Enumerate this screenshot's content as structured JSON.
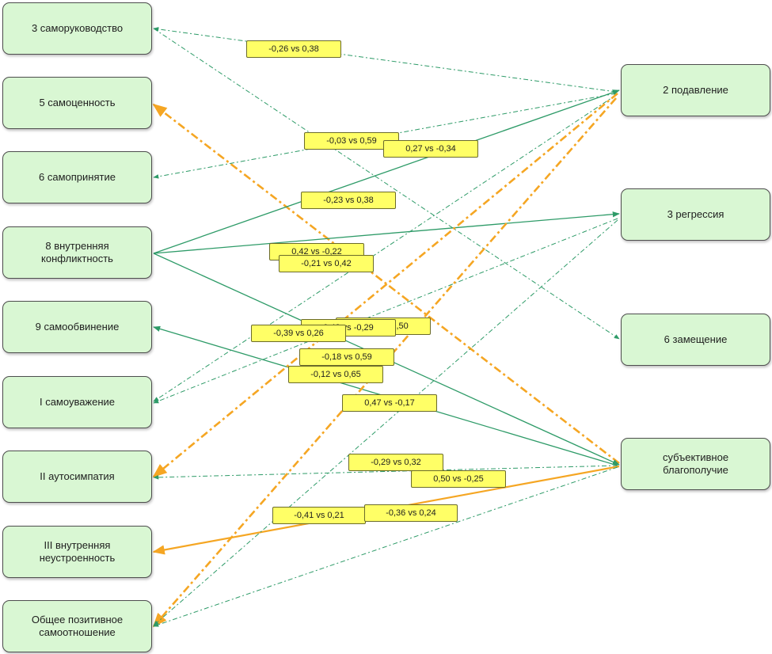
{
  "colors": {
    "node_fill": "#d9f7d3",
    "node_border": "#4e4e4e",
    "label_fill": "#ffff66",
    "green_line": "#2e9b68",
    "orange_line": "#f5a623"
  },
  "nodes": [
    {
      "id": "L1",
      "label": "3 саморуководство"
    },
    {
      "id": "L2",
      "label": "5 самоценность"
    },
    {
      "id": "L3",
      "label": "6 самопринятие"
    },
    {
      "id": "L4",
      "label": "8 внутренняя\nконфликтность"
    },
    {
      "id": "L5",
      "label": "9 самообвинение"
    },
    {
      "id": "L6",
      "label": "I самоуважение"
    },
    {
      "id": "L7",
      "label": "II аутосимпатия"
    },
    {
      "id": "L8",
      "label": "III внутренняя\nнеустроенность"
    },
    {
      "id": "L9",
      "label": "Общее позитивное\nсамоотношение"
    },
    {
      "id": "R1",
      "label": "2 подавление"
    },
    {
      "id": "R2",
      "label": "3 регрессия"
    },
    {
      "id": "R3",
      "label": "6 замещение"
    },
    {
      "id": "R4",
      "label": "субъективное\nблагополучие"
    }
  ],
  "edges": [
    {
      "from": "R1",
      "to": "L1",
      "style": "green-dashdot"
    },
    {
      "from": "L1",
      "to": "R3",
      "style": "green-dashdot"
    },
    {
      "from": "R4",
      "to": "L2",
      "style": "orange-dashdot"
    },
    {
      "from": "R1",
      "to": "L3",
      "style": "green-dashdot"
    },
    {
      "from": "L4",
      "to": "R1",
      "style": "green-solid"
    },
    {
      "from": "L4",
      "to": "R2",
      "style": "green-solid"
    },
    {
      "from": "L4",
      "to": "R4",
      "style": "green-solid"
    },
    {
      "from": "R4",
      "to": "L5",
      "style": "green-solid"
    },
    {
      "from": "R1",
      "to": "L6",
      "style": "green-dashdot"
    },
    {
      "from": "R2",
      "to": "L6",
      "style": "green-dashdot"
    },
    {
      "from": "R1",
      "to": "L7",
      "style": "orange-dashdot"
    },
    {
      "from": "R4",
      "to": "L7",
      "style": "green-dashdot"
    },
    {
      "from": "R4",
      "to": "L8",
      "style": "orange-solid"
    },
    {
      "from": "R1",
      "to": "L9",
      "style": "orange-dashdot"
    },
    {
      "from": "R2",
      "to": "L9",
      "style": "green-dashdot"
    },
    {
      "from": "R4",
      "to": "L9",
      "style": "green-dashdot"
    }
  ],
  "labels": [
    {
      "text": "-0,26 vs 0,38"
    },
    {
      "text": "-0,03 vs 0,59"
    },
    {
      "text": "0,27 vs -0,34"
    },
    {
      "text": "-0,23 vs 0,38"
    },
    {
      "text": "0,42 vs -0,22"
    },
    {
      "text": "-0,21 vs 0,42"
    },
    {
      "text": "-0,29 vs 0,50"
    },
    {
      "text": "0,42 vs -0,29"
    },
    {
      "text": "-0,39 vs 0,26"
    },
    {
      "text": "-0,18 vs 0,59"
    },
    {
      "text": "-0,12 vs 0,65"
    },
    {
      "text": "0,47 vs -0,17"
    },
    {
      "text": "-0,29 vs 0,32"
    },
    {
      "text": "0,50 vs -0,25"
    },
    {
      "text": "-0,41 vs 0,21"
    },
    {
      "text": "-0,36 vs 0,24"
    }
  ]
}
